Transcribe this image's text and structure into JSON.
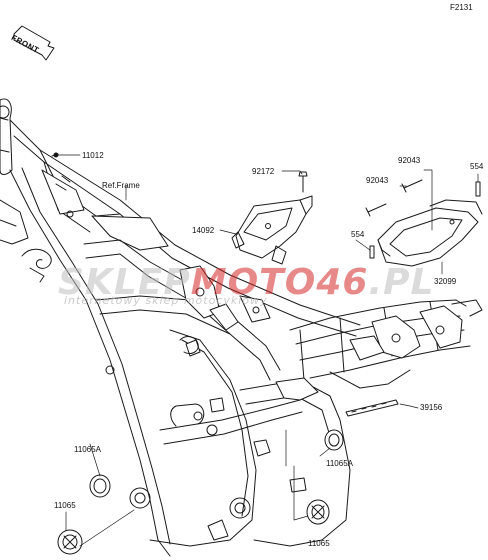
{
  "figure_code": "F2131",
  "front_label": "FRONT",
  "ref_label": "Ref.Frame",
  "watermark": {
    "brand_grey": "SKLEP",
    "brand_red": "MOTO46",
    "brand_suffix": ".PL",
    "tagline": "internetowy sklep motocyklowy",
    "grey_color": "#bdbdbd",
    "red_color": "#d62828"
  },
  "parts": [
    {
      "number": "11012"
    },
    {
      "number": "92172"
    },
    {
      "number": "14092"
    },
    {
      "number": "92043"
    },
    {
      "number": "92043"
    },
    {
      "number": "554"
    },
    {
      "number": "554"
    },
    {
      "number": "32099"
    },
    {
      "number": "39156"
    },
    {
      "number": "11065A"
    },
    {
      "number": "11065A"
    },
    {
      "number": "11065"
    },
    {
      "number": "11065"
    }
  ]
}
